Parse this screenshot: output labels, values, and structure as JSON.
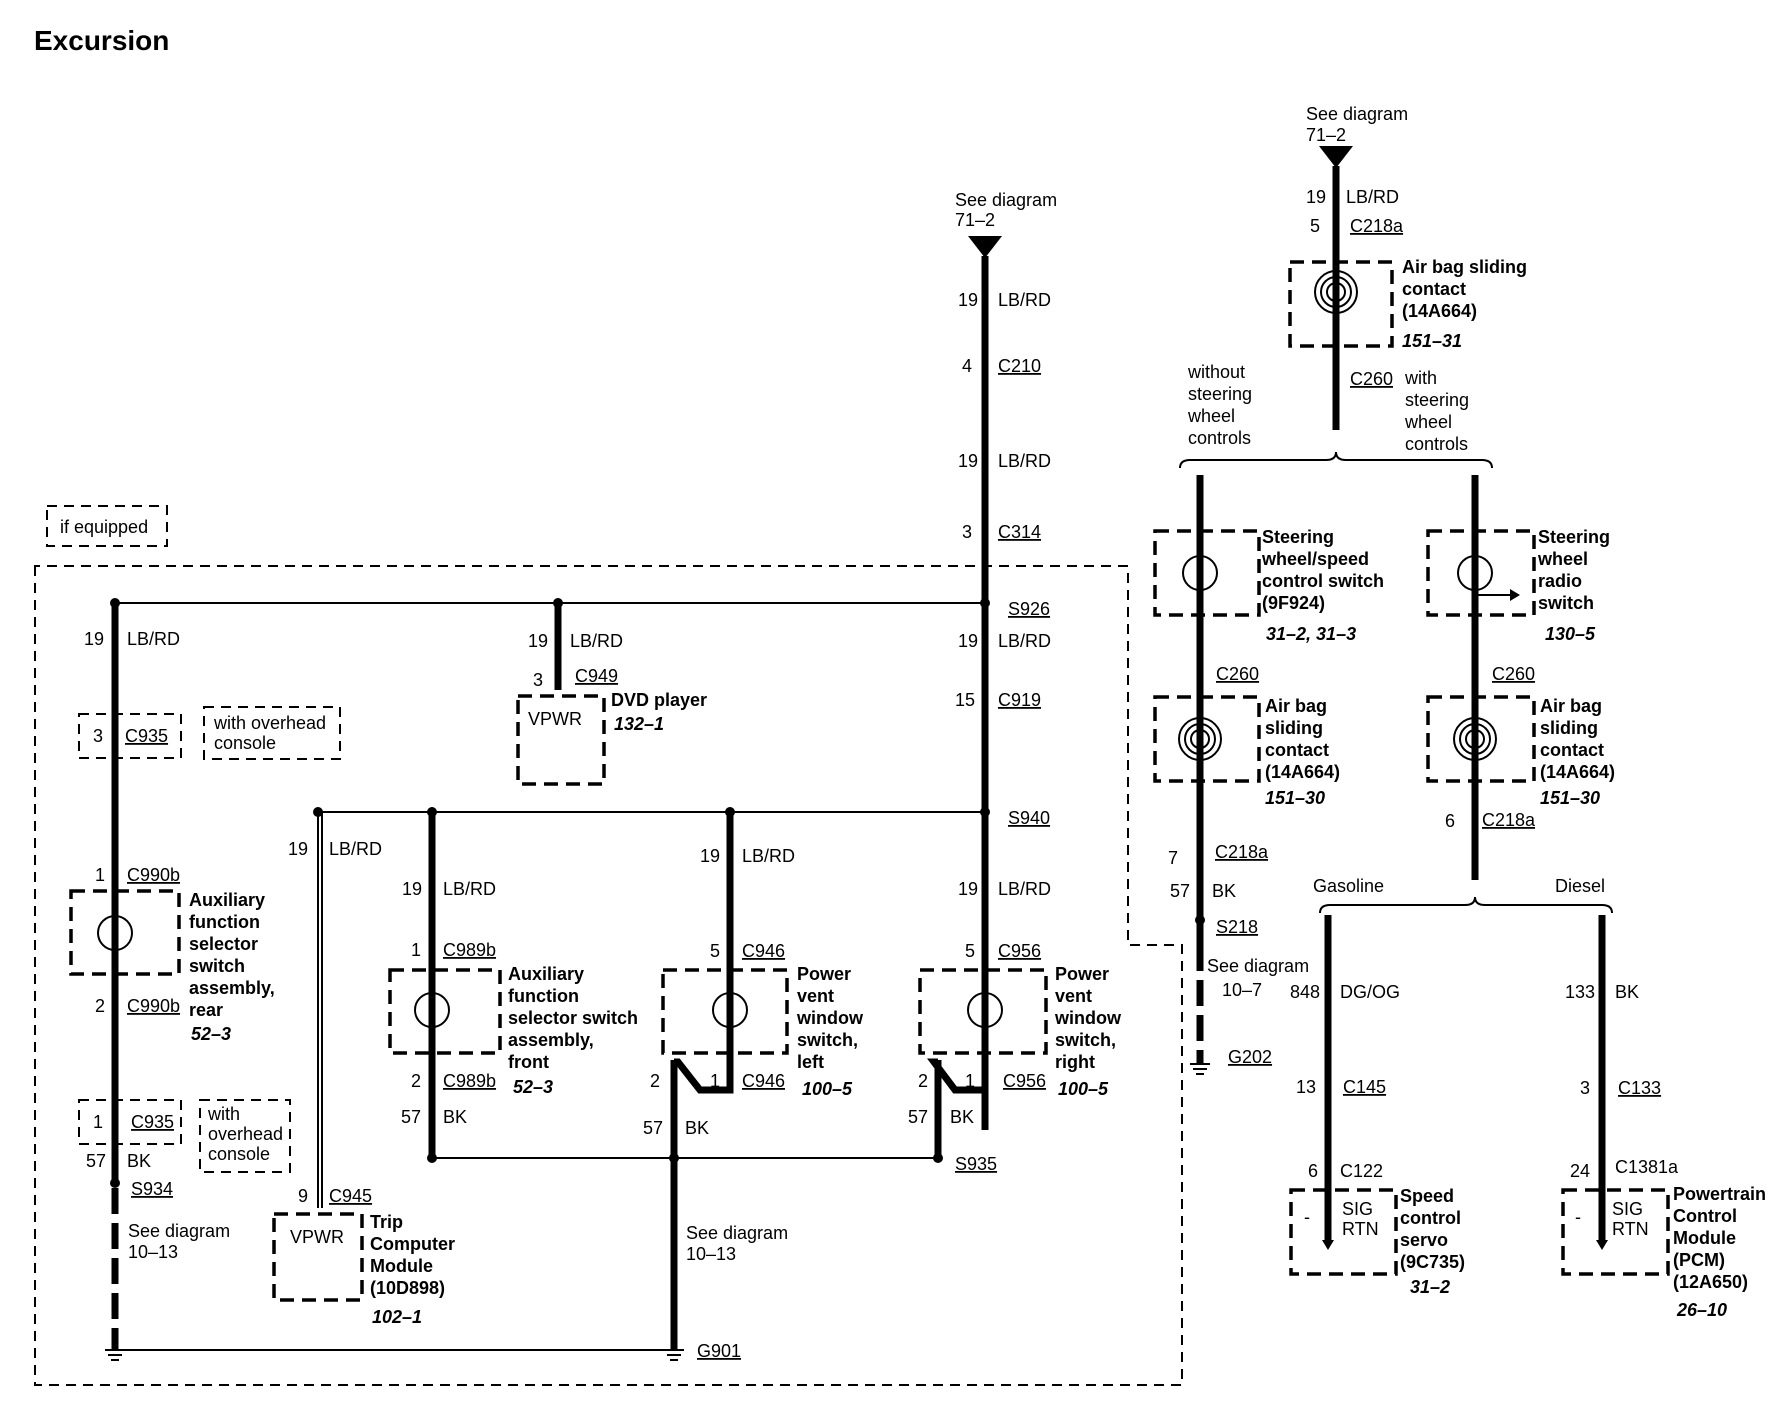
{
  "title": "Excursion",
  "if_equipped": "if equipped",
  "see_diagram": "See diagram",
  "ref_71_2": "71–2",
  "ref_10_13": "10–13",
  "ref_10_7": "10–7",
  "gasoline": "Gasoline",
  "diesel": "Diesel",
  "without_steering": [
    "without",
    "steering",
    "wheel",
    "controls"
  ],
  "with_steering": [
    "with",
    "steering",
    "wheel",
    "controls"
  ],
  "with_overhead_console_1": [
    "with overhead",
    "console"
  ],
  "with_overhead_console_2": [
    "with",
    "overhead",
    "console"
  ],
  "wires": {
    "lbrd": "LB/RD",
    "bk": "BK",
    "dgog": "DG/OG",
    "n19": "19",
    "n57": "57",
    "n848": "848",
    "n133": "133"
  },
  "connectors": {
    "c210": "C210",
    "c314": "C314",
    "s926": "S926",
    "c919": "C919",
    "s940": "S940",
    "c949": "C949",
    "c935": "C935",
    "c990b": "C990b",
    "s934": "S934",
    "c989b": "C989b",
    "c946": "C946",
    "c956": "C956",
    "s935": "S935",
    "c945": "C945",
    "g901": "G901",
    "c218a": "C218a",
    "c260": "C260",
    "s218": "S218",
    "g202": "G202",
    "c145": "C145",
    "c133": "C133",
    "c122": "C122",
    "c1381a": "C1381a"
  },
  "pins": {
    "p1": "1",
    "p2": "2",
    "p3": "3",
    "p4": "4",
    "p5": "5",
    "p6": "6",
    "p7": "7",
    "p9": "9",
    "p13": "13",
    "p15": "15",
    "p24": "24"
  },
  "components": {
    "dvd": {
      "name": "DVD player",
      "ref": "132–1",
      "pin": "VPWR"
    },
    "aux_rear": {
      "name": [
        "Auxiliary",
        "function",
        "selector",
        "switch",
        "assembly,",
        "rear"
      ],
      "ref": "52–3"
    },
    "aux_front": {
      "name": [
        "Auxiliary",
        "function",
        "selector switch",
        "assembly,",
        "front"
      ],
      "ref": "52–3"
    },
    "vent_left": {
      "name": [
        "Power",
        "vent",
        "window",
        "switch,",
        "left"
      ],
      "ref": "100–5"
    },
    "vent_right": {
      "name": [
        "Power",
        "vent",
        "window",
        "switch,",
        "right"
      ],
      "ref": "100–5"
    },
    "trip": {
      "name": [
        "Trip",
        "Computer",
        "Module",
        "(10D898)"
      ],
      "ref": "102–1",
      "pin": "VPWR"
    },
    "airbag_top": {
      "name": [
        "Air bag sliding",
        "contact",
        "(14A664)"
      ],
      "ref": "151–31"
    },
    "steer_speed": {
      "name": [
        "Steering",
        "wheel/speed",
        "control switch",
        "(9F924)"
      ],
      "ref": "31–2, 31–3"
    },
    "steer_radio": {
      "name": [
        "Steering",
        "wheel",
        "radio",
        "switch"
      ],
      "ref": "130–5"
    },
    "airbag_left": {
      "name": [
        "Air bag",
        "sliding",
        "contact",
        "(14A664)"
      ],
      "ref": "151–30"
    },
    "airbag_right": {
      "name": [
        "Air bag",
        "sliding",
        "contact",
        "(14A664)"
      ],
      "ref": "151–30"
    },
    "speed_servo": {
      "name": [
        "Speed",
        "control",
        "servo",
        "(9C735)"
      ],
      "ref": "31–2",
      "pin": [
        "SIG",
        "RTN"
      ]
    },
    "pcm": {
      "name": [
        "Powertrain",
        "Control",
        "Module",
        "(PCM)",
        "(12A650)"
      ],
      "ref": "26–10",
      "pin": [
        "SIG",
        "RTN"
      ]
    }
  }
}
